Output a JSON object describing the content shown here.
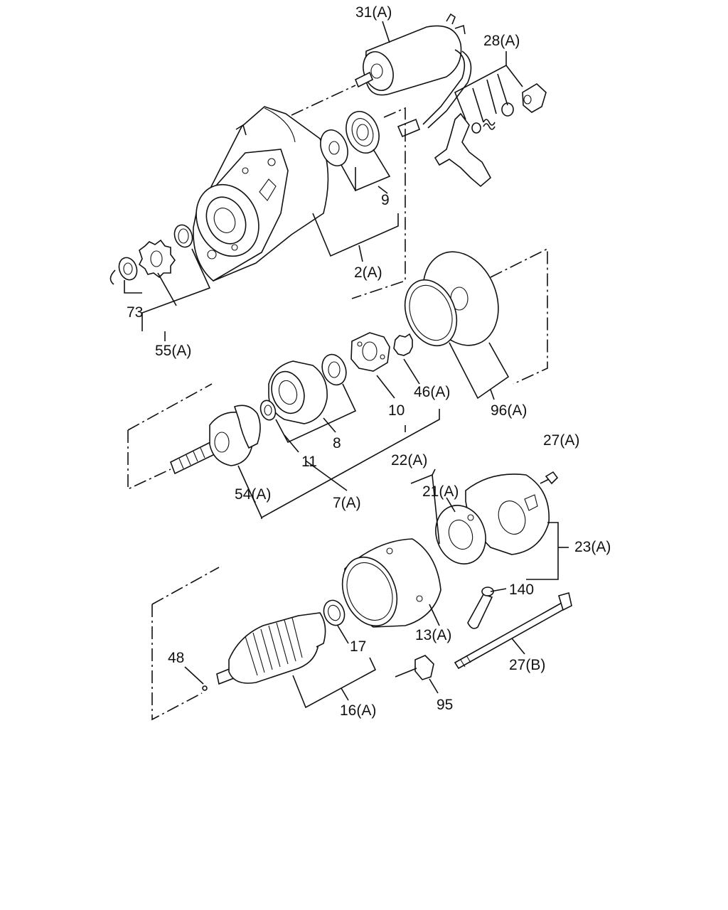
{
  "diagram": {
    "labels": {
      "p31": "31(A)",
      "p28": "28(A)",
      "p9": "9",
      "p2": "2(A)",
      "p73": "73",
      "p55": "55(A)",
      "p46": "46(A)",
      "p10": "10",
      "p96": "96(A)",
      "p8": "8",
      "p11": "11",
      "p54": "54(A)",
      "p7": "7(A)",
      "p22": "22(A)",
      "p21": "21(A)",
      "p27a": "27(A)",
      "p23": "23(A)",
      "p140": "140",
      "p13": "13(A)",
      "p17": "17",
      "p27b": "27(B)",
      "p48": "48",
      "p16": "16(A)",
      "p95": "95"
    }
  }
}
